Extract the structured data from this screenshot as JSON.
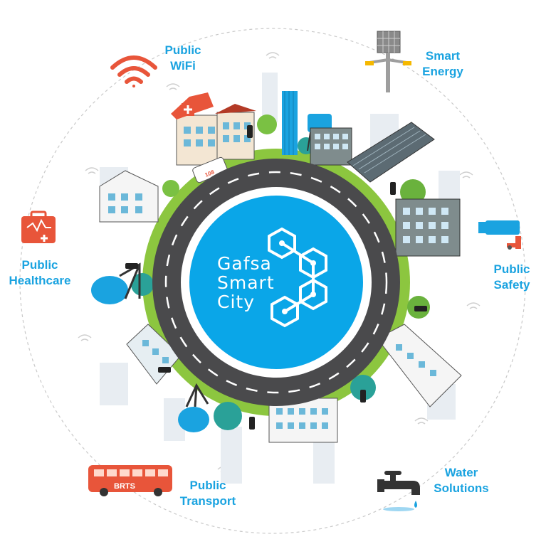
{
  "center": {
    "line1": "Gafsa",
    "line2": "Smart",
    "line3": "City"
  },
  "services": {
    "wifi": {
      "line1": "Public",
      "line2": "WiFi",
      "icon": "wifi-icon"
    },
    "energy": {
      "line1": "Smart",
      "line2": "Energy",
      "icon": "solar-street-light-icon"
    },
    "safety": {
      "line1": "Public",
      "line2": "Safety",
      "icon": "security-camera-icon"
    },
    "water": {
      "line1": "Water",
      "line2": "Solutions",
      "icon": "water-tap-icon"
    },
    "transport": {
      "line1": "Public",
      "line2": "Transport",
      "icon": "bus-icon"
    },
    "healthcare": {
      "line1": "Public",
      "line2": "Healthcare",
      "icon": "medical-kit-icon"
    }
  },
  "bus_sign": "BRTS",
  "ambulance_sign": "108",
  "colors": {
    "label_blue": "#1aa3e0",
    "center_blue": "#0aa6e8",
    "orange": "#e8553a",
    "road": "#4a4a4c",
    "grass": "#8cc63f"
  }
}
